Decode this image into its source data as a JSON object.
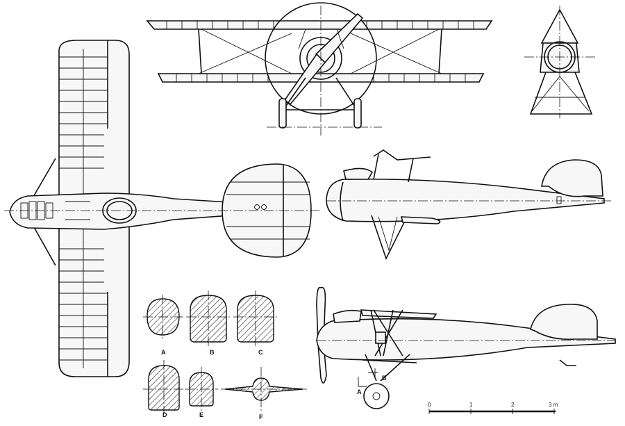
{
  "section_labels": {
    "a": "A",
    "b": "B",
    "c": "C",
    "d": "D",
    "e": "E",
    "f": "F"
  },
  "side_view_markers": {
    "a": "A",
    "b": "B"
  },
  "scale_bar": {
    "ticks": [
      "0",
      "1",
      "2",
      "3 m"
    ]
  }
}
